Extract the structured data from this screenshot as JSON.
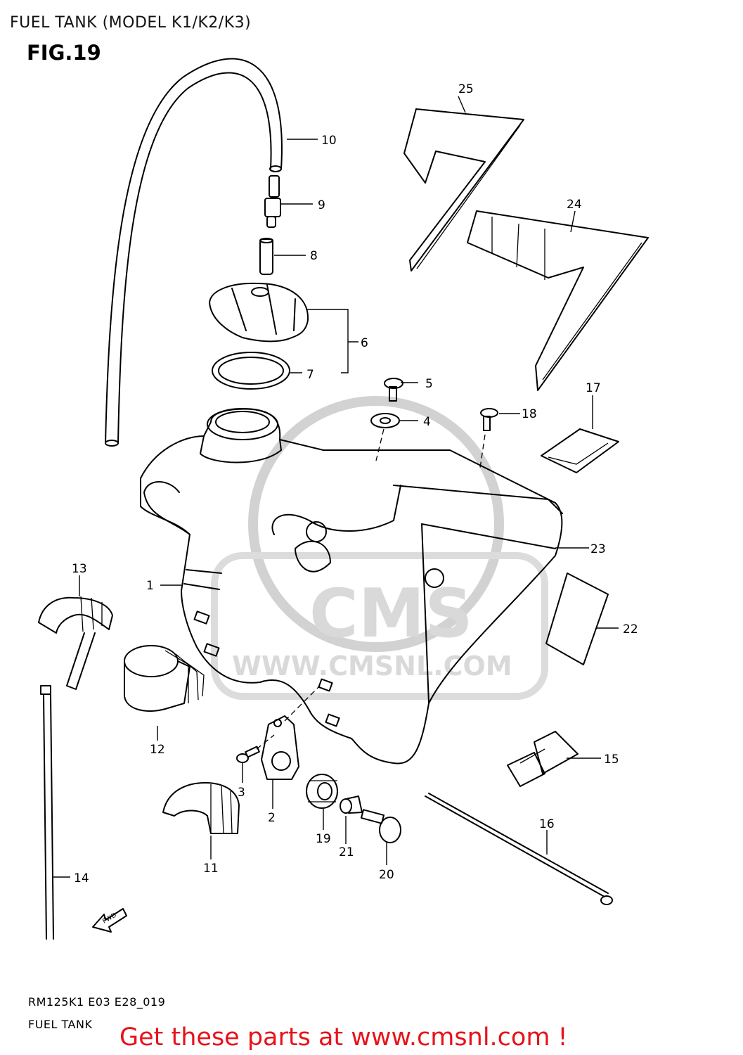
{
  "header": {
    "title": "FUEL TANK (MODEL K1/K2/K3)",
    "figure": "FIG.19"
  },
  "watermark": {
    "logo_text": "CMS",
    "url_text": "WWW.CMSNL.COM"
  },
  "direction_marker": "FWD",
  "callouts": [
    "1",
    "2",
    "3",
    "4",
    "5",
    "6",
    "7",
    "8",
    "9",
    "10",
    "11",
    "12",
    "13",
    "14",
    "15",
    "16",
    "17",
    "18",
    "19",
    "20",
    "21",
    "22",
    "23",
    "24",
    "25"
  ],
  "footer": {
    "code": "RM125K1 E03 E28_019",
    "caption": "FUEL TANK"
  },
  "cta": {
    "text": "Get these parts at www.cmsnl.com !",
    "color": "#e8121a"
  }
}
